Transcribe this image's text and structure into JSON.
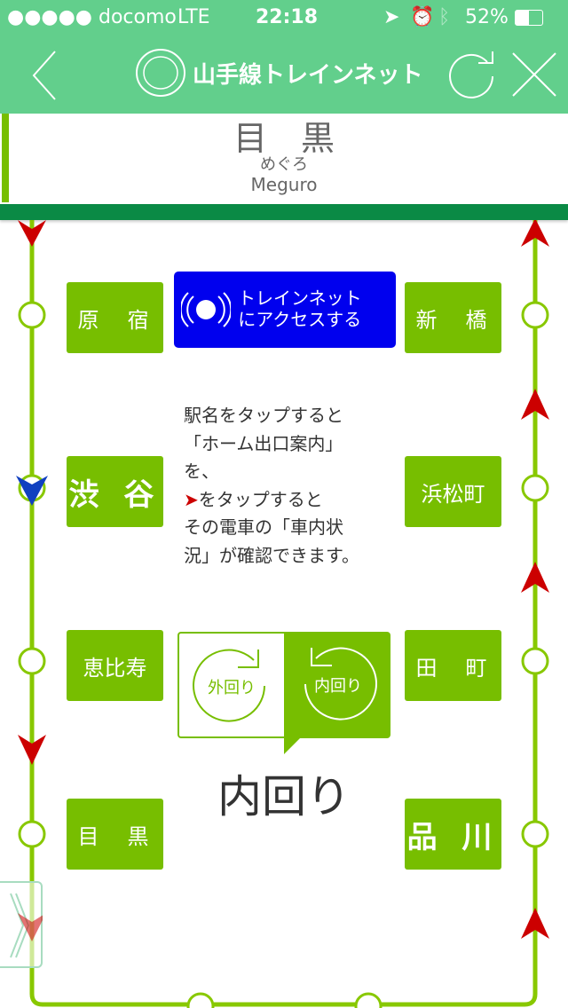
{
  "status": {
    "carrier": "●●●●● docomo",
    "network": "LTE",
    "time": "22:18",
    "battery": "52%"
  },
  "nav": {
    "title": "山手線トレインネット"
  },
  "station": {
    "kanji": "目　黒",
    "kana": "めぐろ",
    "roman": "Meguro"
  },
  "access_button": {
    "line1": "トレインネット",
    "line2": "にアクセスする"
  },
  "stations_left": [
    "原　宿",
    "渋 谷",
    "恵比寿",
    "目　黒"
  ],
  "stations_right": [
    "新　橋",
    "浜松町",
    "田　町",
    "品 川"
  ],
  "instructions": {
    "l1": "駅名をタップすると",
    "l2": "「ホーム出口案内」",
    "l3": "を、",
    "l4": "をタップすると",
    "l5": "その電車の「車内状",
    "l6": "況」が確認できます。"
  },
  "toggle": {
    "outer": "外回り",
    "inner": "内回り"
  },
  "direction": "内回り",
  "colors": {
    "header": "#62cf8c",
    "line": "#88c800",
    "station": "#77be00",
    "accent": "#0000ee",
    "arrow": "#cc0000"
  }
}
